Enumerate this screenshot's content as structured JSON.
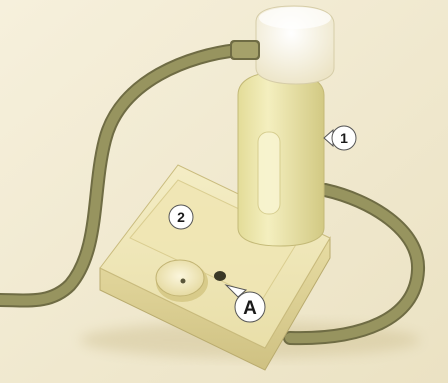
{
  "illustration": {
    "callouts": {
      "bottle": "1",
      "base_plate": "2",
      "socket": "A"
    },
    "colors": {
      "background": "#f3ecd6",
      "device_body": "#efe6b7",
      "device_shadow": "#d9cc8c",
      "tube": "#8c8a5a",
      "bottle_body": "#ece6a8",
      "cap": "#fbf7e6",
      "callout_fill": "#ffffff"
    }
  }
}
